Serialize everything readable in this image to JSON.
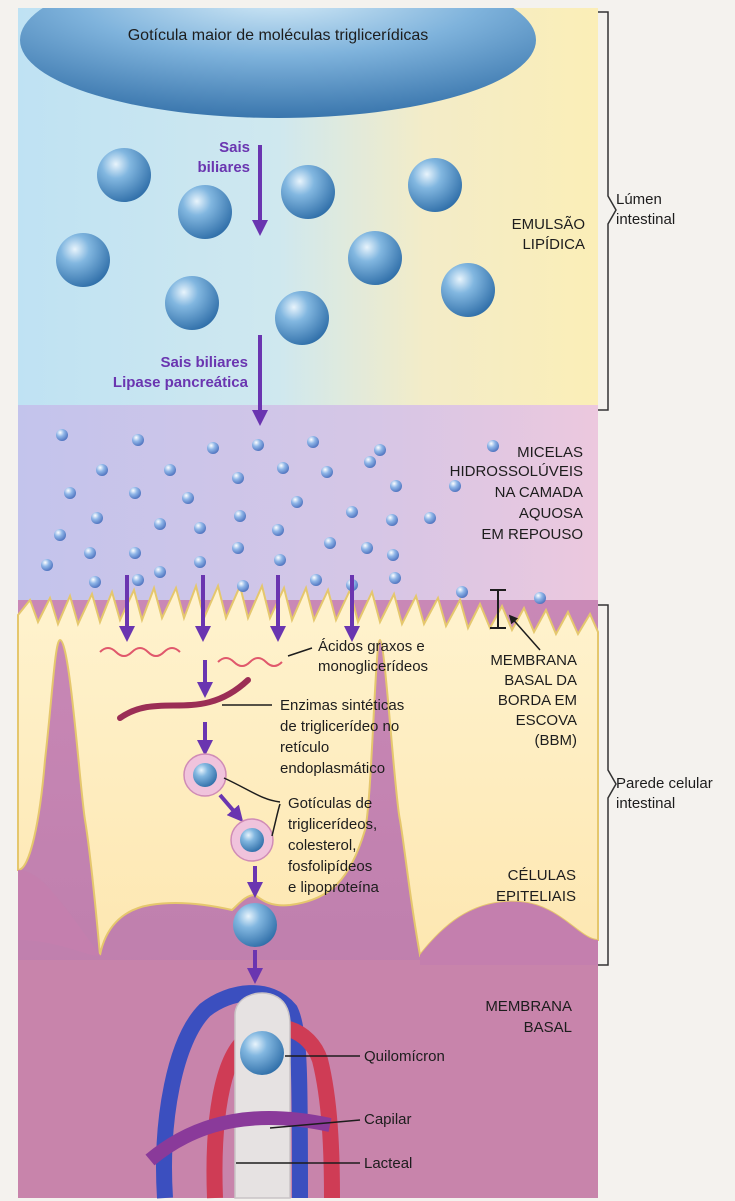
{
  "labels": {
    "big_droplet": "Gotícula maior de moléculas triglicerídicas",
    "bile_salts_1": "Sais",
    "bile_salts_2": "biliares",
    "bile_lipase_1": "Sais biliares",
    "bile_lipase_2": "Lipase pancreática",
    "emulsion_1": "EMULSÃO",
    "emulsion_2": "LIPÍDICA",
    "lumen_1": "Lúmen",
    "lumen_2": "intestinal",
    "micelles_1": "MICELAS",
    "micelles_2": "HIDROSSOLÚVEIS",
    "micelles_3": "NA CAMADA",
    "micelles_4": "AQUOSA",
    "micelles_5": "EM REPOUSO",
    "fatty_1": "Ácidos graxos e",
    "fatty_2": "monoglicerídeos",
    "bbm_1": "MEMBRANA",
    "bbm_2": "BASAL DA",
    "bbm_3": "BORDA EM",
    "bbm_4": "ESCOVA",
    "bbm_5": "(BBM)",
    "enzymes_1": "Enzimas sintéticas",
    "enzymes_2": "de triglicerídeo no",
    "enzymes_3": "retículo",
    "enzymes_4": "endoplasmático",
    "droplets_1": "Gotículas de",
    "droplets_2": "triglicerídeos,",
    "droplets_3": "colesterol,",
    "droplets_4": "fosfolipídeos",
    "droplets_5": "e lipoproteína",
    "wall_1": "Parede celular",
    "wall_2": "intestinal",
    "epithelial_1": "CÉLULAS",
    "epithelial_2": "EPITELIAIS",
    "basal_1": "MEMBRANA",
    "basal_2": "BASAL",
    "chylomicron": "Quilomícron",
    "capillary": "Capilar",
    "lacteal": "Lacteal"
  },
  "colors": {
    "lumen_blue": "#c5e3f1",
    "lumen_yellow": "#fbeeb7",
    "micelle_zone": "#cdc3e8",
    "cell_cream": "#fdebbc",
    "tissue_pink": "#c88ab4",
    "arrow_purple": "#6a35b0",
    "sphere_blue": "#4d8fc4"
  }
}
